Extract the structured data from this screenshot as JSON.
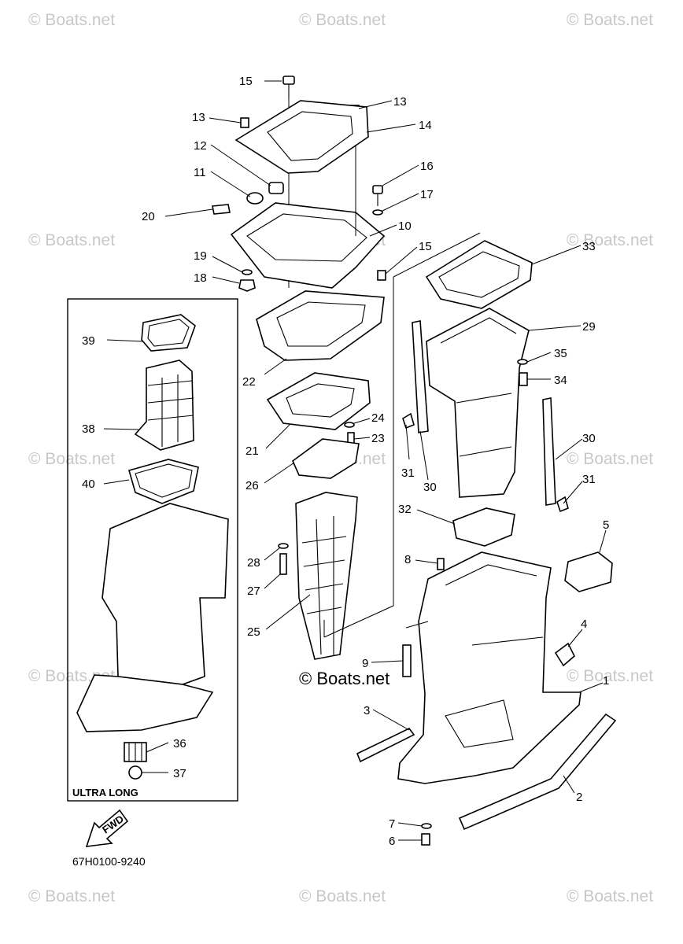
{
  "watermark": "© Boats.net",
  "center_watermark": "© Boats.net",
  "diagram_code": "67H0100-9240",
  "inset_box_label": "ULTRA LONG",
  "direction_label": "FWD",
  "callouts": [
    "1",
    "2",
    "3",
    "4",
    "5",
    "6",
    "7",
    "8",
    "9",
    "10",
    "11",
    "12",
    "13",
    "13",
    "14",
    "15",
    "15",
    "16",
    "17",
    "18",
    "19",
    "20",
    "21",
    "22",
    "23",
    "24",
    "25",
    "26",
    "27",
    "28",
    "29",
    "30",
    "30",
    "31",
    "31",
    "32",
    "33",
    "34",
    "35",
    "36",
    "37",
    "38",
    "39",
    "40"
  ]
}
